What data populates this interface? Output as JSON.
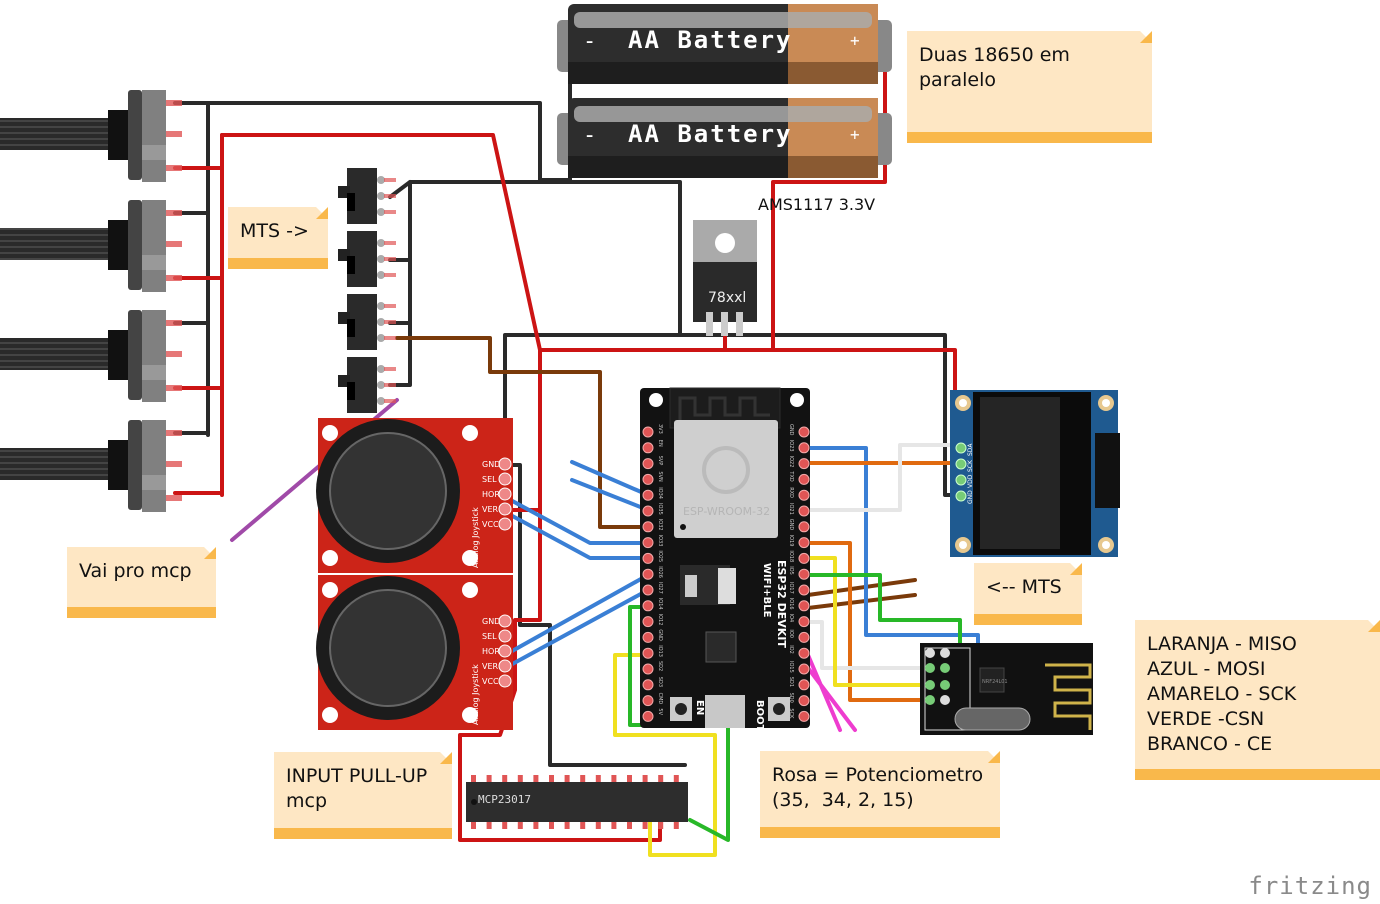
{
  "app": {
    "watermark": "fritzing"
  },
  "batteries": [
    {
      "label": "AA Battery",
      "neg": "-",
      "pos": "+"
    },
    {
      "label": "AA Battery",
      "neg": "-",
      "pos": "+"
    }
  ],
  "regulator": {
    "label": "78xxl",
    "caption": "AMS1117 3.3V"
  },
  "mcu": {
    "chip_label": "ESP-WROOM-32",
    "board_label": "ESP32 DEVKIT",
    "board_sub": "WIFI+BLE",
    "btn_en": "EN",
    "btn_boot": "BOOT",
    "left_pins": [
      "3V3",
      "EN",
      "SVP",
      "SVN",
      "IO34",
      "IO35",
      "IO32",
      "IO33",
      "IO25",
      "IO26",
      "IO27",
      "IO14",
      "IO12",
      "GND",
      "IO13",
      "SD2",
      "SD3",
      "CMD",
      "5V"
    ],
    "right_pins": [
      "GND",
      "IO23",
      "IO22",
      "TXD",
      "RXD",
      "IO21",
      "GND",
      "IO19",
      "IO18",
      "IO5",
      "IO17",
      "IO16",
      "IO4",
      "IO0",
      "IO2",
      "IO15",
      "SD1",
      "SD0",
      "SCK"
    ]
  },
  "oled": {
    "pins": [
      "SDA",
      "SCK",
      "VDD",
      "GND"
    ]
  },
  "joystick": {
    "pins": [
      "GND",
      "SEL",
      "HOR",
      "VER",
      "VCC"
    ],
    "label": "Analog Joystick"
  },
  "expander": {
    "label": "MCP23017"
  },
  "radio": {
    "label": "NRF24L01"
  },
  "notes": {
    "batteries": "Duas 18650 em\nparalelo",
    "mts_left": "MTS ->",
    "mts_right": "<-- MTS",
    "vai_mcp": "Vai pro mcp",
    "pullup": "INPUT PULL-UP\nmcp",
    "pot": "Rosa = Potenciometro\n(35,  34, 2, 15)",
    "legend": "LARANJA - MISO\nAZUL - MOSI\nAMARELO - SCK\nVERDE -CSN\nBRANCO - CE"
  },
  "wire_colors": {
    "red": "#cc1414",
    "black": "#2a2a2a",
    "blue": "#3a7fd5",
    "orange": "#e06a10",
    "yellow": "#f0e020",
    "green": "#28b828",
    "white": "#e6e6e6",
    "brown": "#7a3a0a",
    "pink": "#ee3ccf",
    "purple": "#a04aa8"
  }
}
